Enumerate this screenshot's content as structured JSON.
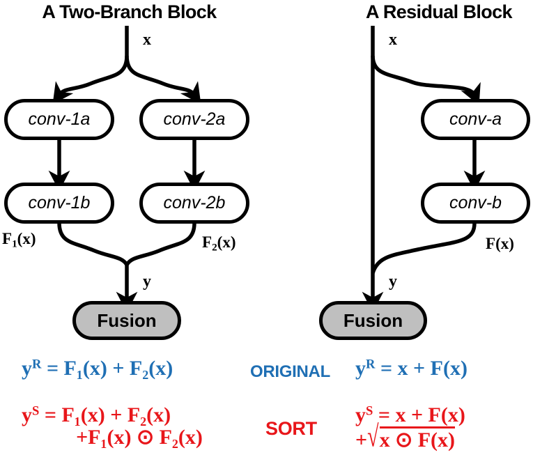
{
  "diagram": {
    "left_panel": {
      "title": "A Two-Branch Block",
      "input_label": "x",
      "nodes": [
        {
          "id": "conv-1a",
          "label": "conv-1a"
        },
        {
          "id": "conv-2a",
          "label": "conv-2a"
        },
        {
          "id": "conv-1b",
          "label": "conv-1b"
        },
        {
          "id": "conv-2b",
          "label": "conv-2b"
        },
        {
          "id": "fusion-left",
          "label": "Fusion"
        }
      ],
      "branch_label_1_base": "F",
      "branch_label_1_sub": "1",
      "branch_label_1_arg": "(x)",
      "branch_label_2_base": "F",
      "branch_label_2_sub": "2",
      "branch_label_2_arg": "(x)",
      "output_label": "y"
    },
    "right_panel": {
      "title": "A Residual Block",
      "input_label": "x",
      "nodes": [
        {
          "id": "conv-a",
          "label": "conv-a"
        },
        {
          "id": "conv-b",
          "label": "conv-b"
        },
        {
          "id": "fusion-right",
          "label": "Fusion"
        }
      ],
      "branch_label_base": "F",
      "branch_label_arg": "(x)",
      "output_label": "y"
    },
    "equations": {
      "original_tag": "ORIGINAL",
      "sort_tag": "SORT",
      "left_original": {
        "lhs_base": "y",
        "lhs_sup": "R",
        "rhs": "= F₁(x) + F₂(x)"
      },
      "right_original": {
        "lhs_base": "y",
        "lhs_sup": "R",
        "rhs": "= x + F(x)"
      },
      "left_sort_line1": {
        "lhs_base": "y",
        "lhs_sup": "S",
        "rhs": "= F₁(x) + F₂(x)"
      },
      "left_sort_line2": "+F₁(x) ⊙ F₂(x)",
      "right_sort_line1": {
        "lhs_base": "y",
        "lhs_sup": "S",
        "rhs": "= x + F(x)"
      },
      "right_sort_line2_prefix": "+",
      "right_sort_line2_radicand": "x ⊙ F(x)"
    },
    "colors": {
      "original_blue": "#1F6FB4",
      "sort_red": "#E8161A",
      "fusion_fill": "#BFBFBF",
      "stroke": "#000000",
      "background": "#FFFFFF"
    }
  }
}
